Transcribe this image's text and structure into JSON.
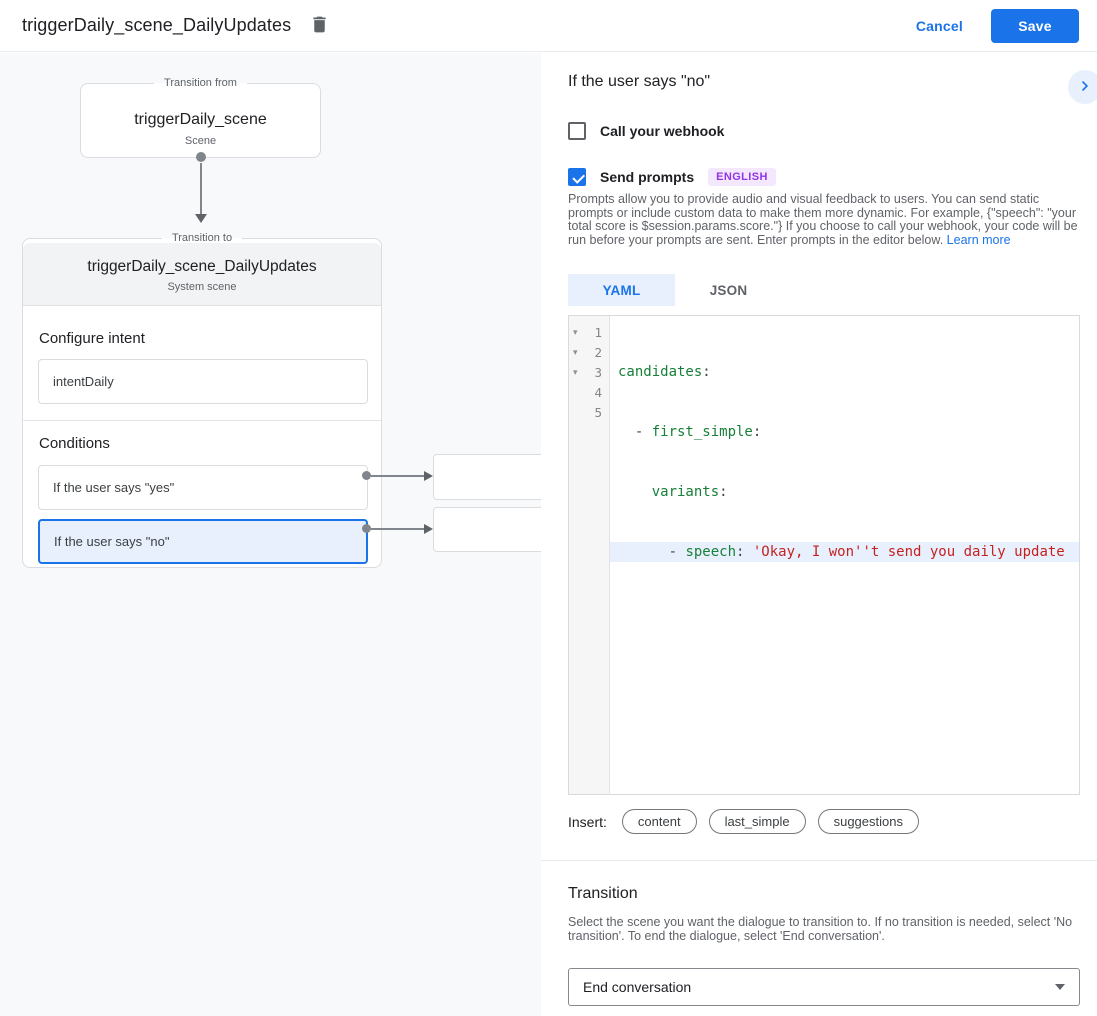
{
  "header": {
    "title": "triggerDaily_scene_DailyUpdates",
    "cancel_label": "Cancel",
    "save_label": "Save"
  },
  "canvas": {
    "from_box": {
      "legend": "Transition from",
      "title": "triggerDaily_scene",
      "subtitle": "Scene"
    },
    "to_card": {
      "legend": "Transition to",
      "title": "triggerDaily_scene_DailyUpdates",
      "subtitle": "System scene",
      "intent_label": "Configure intent",
      "intent_value": "intentDaily",
      "conditions_label": "Conditions",
      "conditions": [
        {
          "label": "If the user says \"yes\"",
          "selected": false
        },
        {
          "label": "If the user says \"no\"",
          "selected": true
        }
      ]
    }
  },
  "panel": {
    "title": "If the user says \"no\"",
    "webhook": {
      "label": "Call your webhook",
      "checked": false
    },
    "prompts": {
      "label": "Send prompts",
      "checked": true,
      "language_badge": "ENGLISH"
    },
    "description": "Prompts allow you to provide audio and visual feedback to users. You can send static prompts or include custom data to make them more dynamic. For example, {\"speech\": \"your total score is $session.params.score.\"} If you choose to call your webhook, your code will be run before your prompts are sent. Enter prompts in the editor below. ",
    "learn_more_label": "Learn more",
    "tabs": [
      {
        "label": "YAML",
        "active": true
      },
      {
        "label": "JSON",
        "active": false
      }
    ],
    "editor": {
      "lines": [
        {
          "num": "1",
          "pre": "",
          "key": "candidates",
          "sep": ":",
          "str": ""
        },
        {
          "num": "2",
          "pre": "  - ",
          "key": "first_simple",
          "sep": ":",
          "str": ""
        },
        {
          "num": "3",
          "pre": "    ",
          "key": "variants",
          "sep": ":",
          "str": ""
        },
        {
          "num": "4",
          "pre": "      - ",
          "key": "speech",
          "sep": ": ",
          "str": "'Okay, I won''t send you daily update"
        },
        {
          "num": "5",
          "pre": "",
          "key": "",
          "sep": "",
          "str": ""
        }
      ]
    },
    "insert": {
      "label": "Insert:",
      "chips": [
        {
          "label": "content"
        },
        {
          "label": "last_simple"
        },
        {
          "label": "suggestions"
        }
      ]
    },
    "transition": {
      "title": "Transition",
      "description": "Select the scene you want the dialogue to transition to. If no transition is needed, select 'No transition'. To end the dialogue, select 'End conversation'.",
      "select_value": "End conversation"
    }
  },
  "colors": {
    "accent_blue": "#1a73e8",
    "selected_bg": "#e8f0fe",
    "badge_bg": "#f3e8fd",
    "badge_text": "#9334e6",
    "code_key": "#188038",
    "code_string": "#c5221f"
  }
}
